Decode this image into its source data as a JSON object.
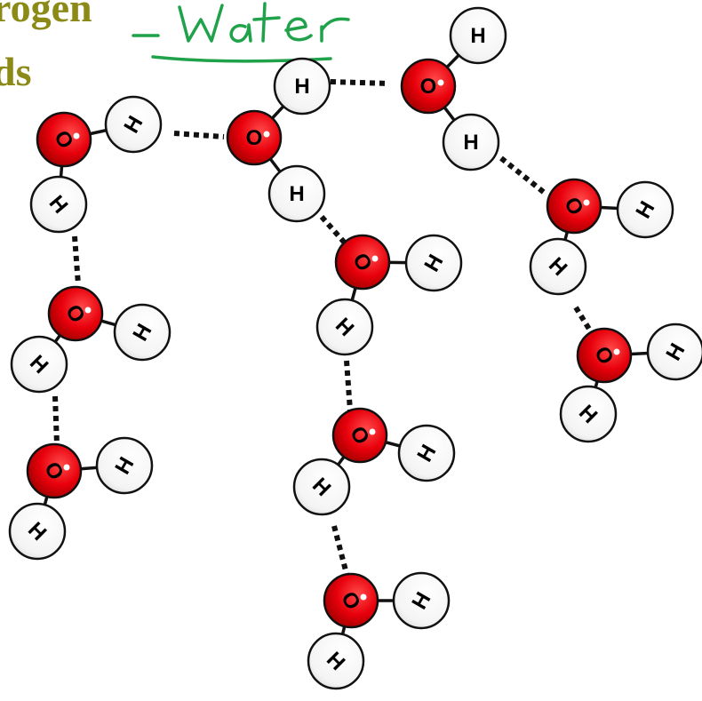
{
  "title_lines": [
    "rogen",
    "ds"
  ],
  "handwritten_note": "- Water",
  "atom_labels": {
    "oxygen": "O",
    "hydrogen": "H"
  },
  "colors": {
    "title": "#8c8a17",
    "oxygen": "#e8000b",
    "hydrogen": "#ffffff",
    "bond": "#111111",
    "ink": "#1fa24a"
  },
  "molecules": [
    {
      "o_angle": 60,
      "h1_angle": -60,
      "h2_angle": 50
    },
    {
      "o_angle": 0,
      "h1_angle": 0,
      "h2_angle": 0
    },
    {
      "o_angle": 0,
      "h1_angle": 0,
      "h2_angle": 0
    },
    {
      "o_angle": 60,
      "h1_angle": -60,
      "h2_angle": 45
    },
    {
      "o_angle": 60,
      "h1_angle": -60,
      "h2_angle": 45
    },
    {
      "o_angle": 60,
      "h1_angle": -60,
      "h2_angle": 45
    },
    {
      "o_angle": 60,
      "h1_angle": -60,
      "h2_angle": 45
    },
    {
      "o_angle": 60,
      "h1_angle": -60,
      "h2_angle": 45
    },
    {
      "o_angle": 60,
      "h1_angle": -60,
      "h2_angle": 45
    },
    {
      "o_angle": 60,
      "h1_angle": -60,
      "h2_angle": 45
    },
    {
      "o_angle": 60,
      "h1_angle": -60,
      "h2_angle": 45
    },
    {
      "o_angle": 60,
      "h1_angle": -60,
      "h2_angle": 45
    }
  ]
}
